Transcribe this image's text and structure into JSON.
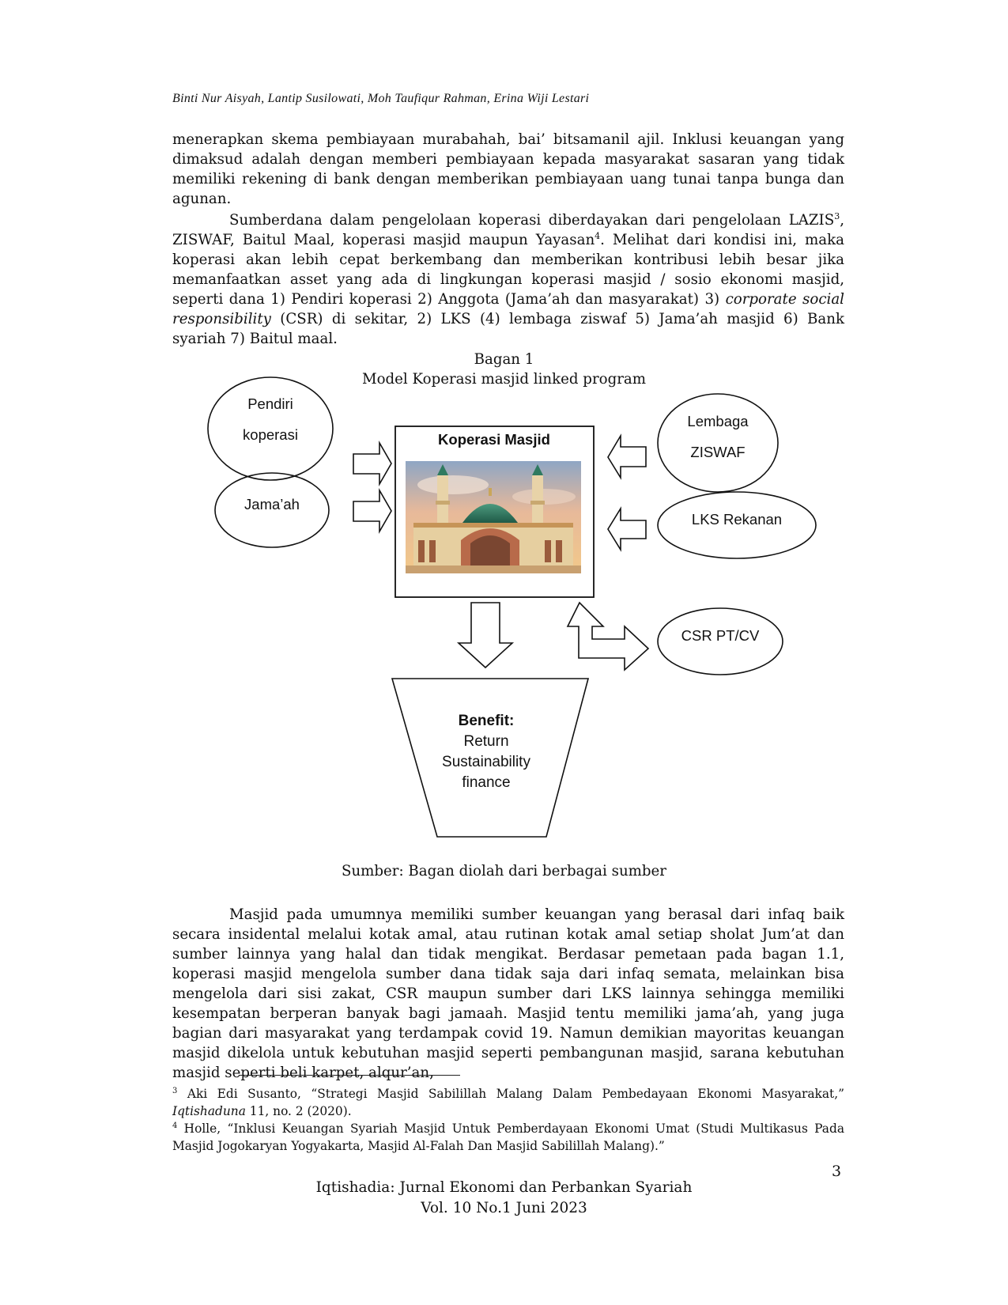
{
  "running_head": "Binti Nur Aisyah, Lantip Susilowati, Moh Taufiqur Rahman, Erina Wiji Lestari",
  "paragraphs": {
    "p1": "menerapkan skema pembiayaan murabahah, bai’ bitsamanil ajil. Inklusi keuangan yang dimaksud adalah dengan memberi pembiayaan kepada masyarakat sasaran yang tidak memiliki rekening di bank dengan memberikan pembiayaan uang tunai tanpa bunga dan agunan.",
    "p2_a": "Sumberdana dalam pengelolaan koperasi diberdayakan dari pengelolaan LAZIS",
    "p2_fn3": "3",
    "p2_b": ", ZISWAF, Baitul Maal, koperasi masjid maupun Yayasan",
    "p2_fn4": "4",
    "p2_c": ". Melihat dari kondisi ini, maka koperasi akan lebih cepat berkembang dan memberikan kontribusi lebih besar jika memanfaatkan asset yang ada di lingkungan koperasi masjid / sosio ekonomi masjid, seperti dana 1) Pendiri koperasi 2) Anggota (Jama’ah dan masyarakat) 3) ",
    "p2_italic": "corporate social responsibility",
    "p2_d": " (CSR) di sekitar, 2) LKS (4) lembaga ziswaf 5) Jama’ah masjid 6) Bank syariah 7) Baitul maal.",
    "p3": "Masjid pada umumnya memiliki sumber keuangan yang berasal dari infaq baik secara insidental melalui kotak amal, atau rutinan kotak amal setiap sholat Jum’at dan sumber lainnya yang halal dan tidak mengikat. Berdasar pemetaan pada bagan 1.1, koperasi masjid mengelola sumber dana tidak saja dari infaq semata, melainkan bisa mengelola dari sisi zakat, CSR maupun sumber dari LKS lainnya sehingga memiliki kesempatan berperan banyak bagi jamaah. Masjid tentu memiliki jama’ah, yang juga bagian dari masyarakat yang terdampak covid 19. Namun demikian mayoritas keuangan masjid dikelola untuk kebutuhan masjid seperti pembangunan masjid, sarana kebutuhan masjid seperti beli karpet, alqur’an,"
  },
  "figure": {
    "caption_line1": "Bagan 1",
    "caption_line2": "Model Koperasi masjid linked program",
    "source": "Sumber: Bagan diolah dari berbagai sumber",
    "nodes": {
      "pendiri_line1": "Pendiri",
      "pendiri_line2": "koperasi",
      "jamaah": "Jama’ah",
      "lembaga_line1": "Lembaga",
      "lembaga_line2": "ZISWAF",
      "lks": "LKS Rekanan",
      "csr": "CSR PT/CV",
      "koperasi": "Koperasi Masjid",
      "benefit_title": "Benefit:",
      "benefit_line1": "Return",
      "benefit_line2": "Sustainability",
      "benefit_line3": "finance"
    }
  },
  "footnotes": {
    "fn3_num": "3",
    "fn3_text_a": " Aki Edi Susanto, “Strategi Masjid Sabilillah Malang Dalam Pembedayaan Ekonomi Masyarakat,” ",
    "fn3_italic": "Iqtishaduna",
    "fn3_text_b": " 11, no. 2 (2020).",
    "fn4_num": "4",
    "fn4_text": " Holle, “Inklusi Keuangan Syariah Masjid Untuk Pemberdayaan Ekonomi Umat (Studi Multikasus Pada Masjid Jogokaryan Yogyakarta, Masjid Al-Falah Dan Masjid Sabilillah Malang).”"
  },
  "page_number": "3",
  "footer": {
    "journal": "Iqtishadia: Jurnal Ekonomi dan Perbankan Syariah",
    "volume": "Vol. 10 No.1 Juni 2023"
  }
}
